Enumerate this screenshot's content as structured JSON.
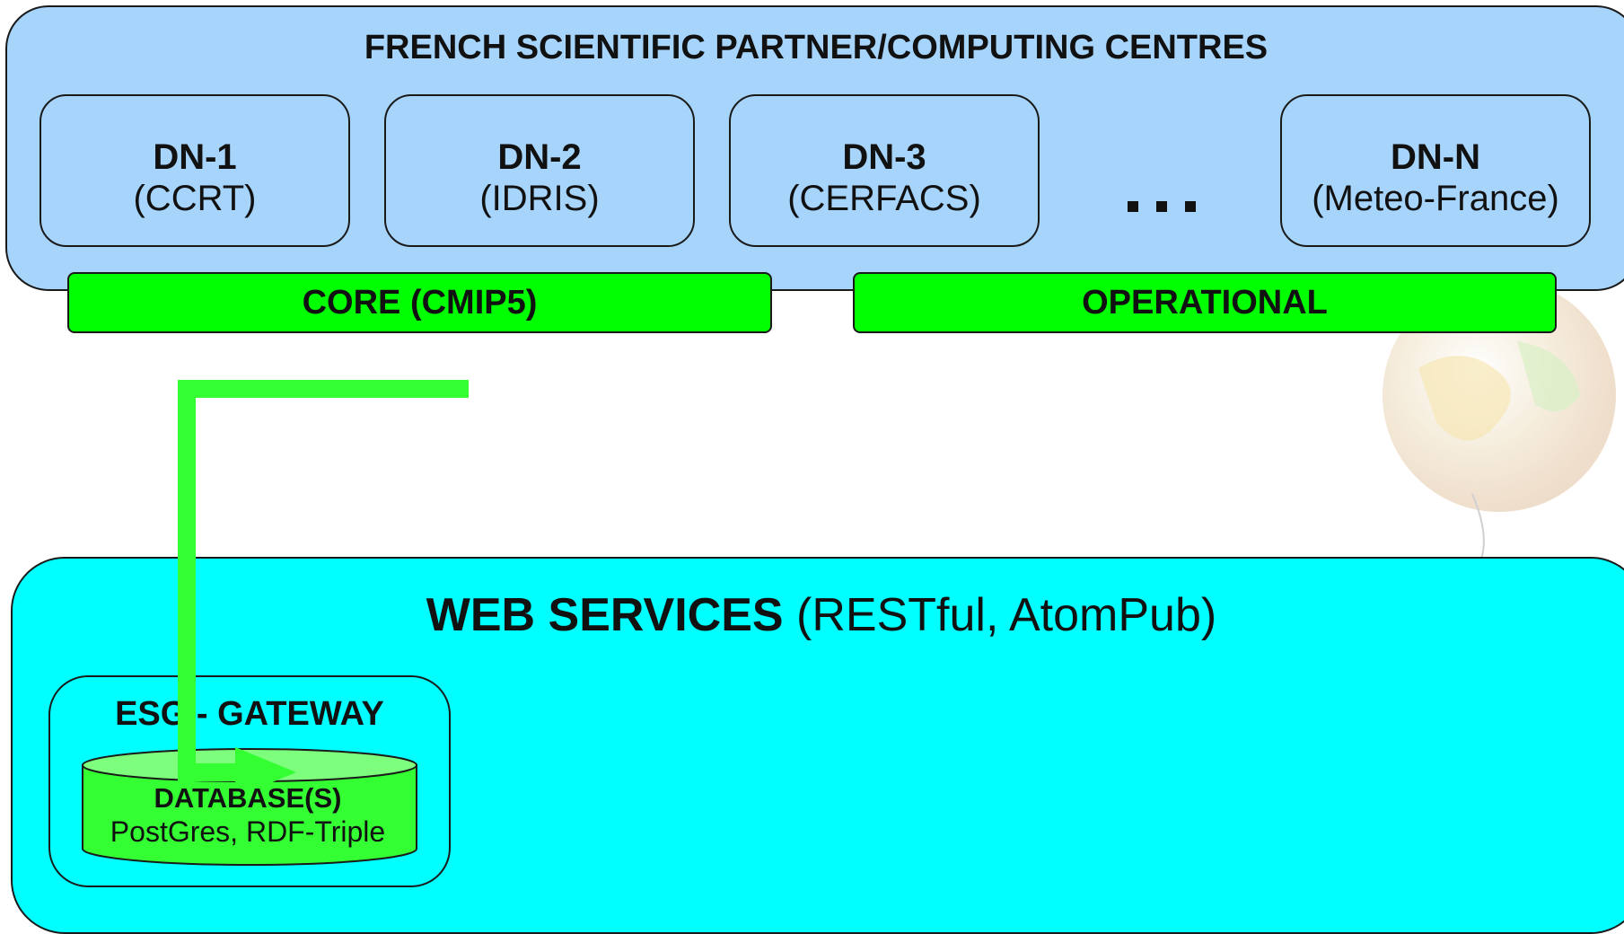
{
  "partner_centres": {
    "title": "FRENCH SCIENTIFIC PARTNER/COMPUTING CENTRES",
    "nodes": [
      {
        "name": "DN-1",
        "site": "(CCRT)"
      },
      {
        "name": "DN-2",
        "site": "(IDRIS)"
      },
      {
        "name": "DN-3",
        "site": "(CERFACS)"
      },
      {
        "name": "DN-N",
        "site": "(Meteo-France)"
      }
    ],
    "ellipsis": "..."
  },
  "bars": {
    "core": "CORE  (CMIP5)",
    "operational": "OPERATIONAL"
  },
  "web_services": {
    "title_bold": "WEB SERVICES",
    "title_rest": " (RESTful, AtomPub)"
  },
  "gateway": {
    "label": "ESG - GATEWAY",
    "database_title": "DATABASE(S)",
    "database_sub": "PostGres, RDF-Triple"
  },
  "colors": {
    "partner_fill": "#a6d4fb",
    "bar_green": "#00ff00",
    "web_fill": "#00ffff",
    "database_fill": "#33ff33",
    "arrow_green": "#33ff33"
  }
}
